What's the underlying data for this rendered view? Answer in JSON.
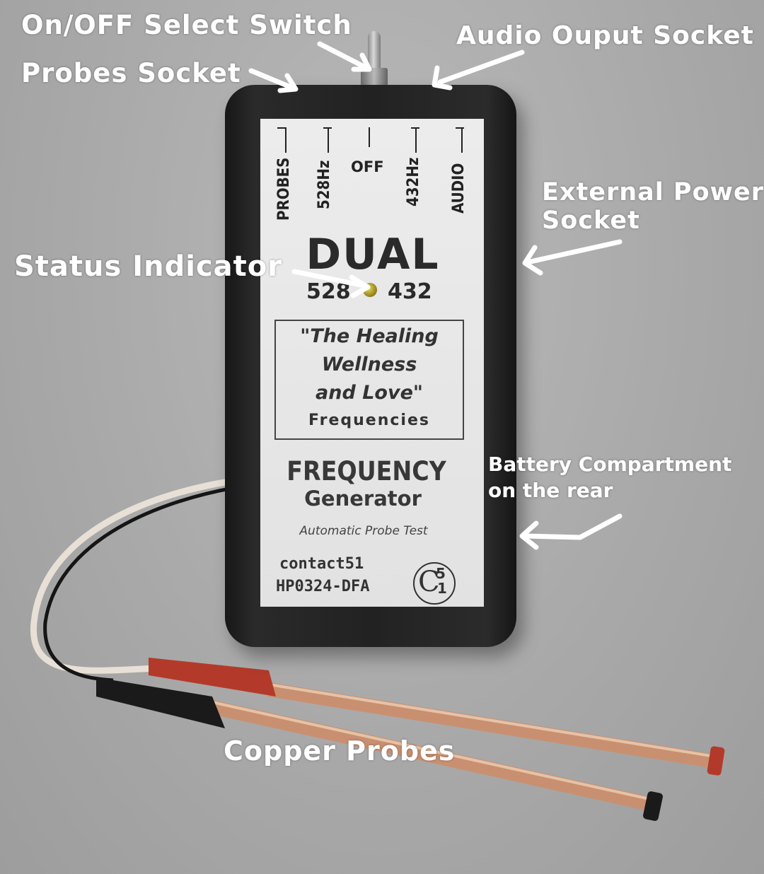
{
  "callouts": {
    "on_off_switch": "On/OFF Select Switch",
    "probes_socket": "Probes Socket",
    "audio_socket": "Audio Ouput Socket",
    "external_power_line1": "External Power",
    "external_power_line2": "Socket",
    "status_indicator": "Status Indicator",
    "battery_line1": "Battery Compartment",
    "battery_line2": "on the rear",
    "copper_probes": "Copper Probes"
  },
  "device_label": {
    "positions": [
      "PROBES",
      "528Hz",
      "OFF",
      "432Hz",
      "AUDIO"
    ],
    "title": "DUAL",
    "freq_left": "528",
    "freq_right": "432",
    "quote_lines": [
      "\"The Healing",
      "Wellness",
      "and Love\""
    ],
    "frequencies": "Frequencies",
    "product_line1": "FREQUENCY",
    "product_line2": "Generator",
    "probe_test": "Automatic Probe Test",
    "contact": "contact51",
    "model": "HP0324-DFA",
    "logo_letter": "C",
    "logo_top": "5",
    "logo_bottom": "1"
  },
  "colors": {
    "background": "#a9a9a9",
    "device_body": "#222222",
    "label_panel": "#e6e6e6",
    "callout_text": "#ffffff",
    "probe_red": "#b33a2a",
    "probe_black": "#1a1a1a",
    "copper": "#c89070"
  }
}
